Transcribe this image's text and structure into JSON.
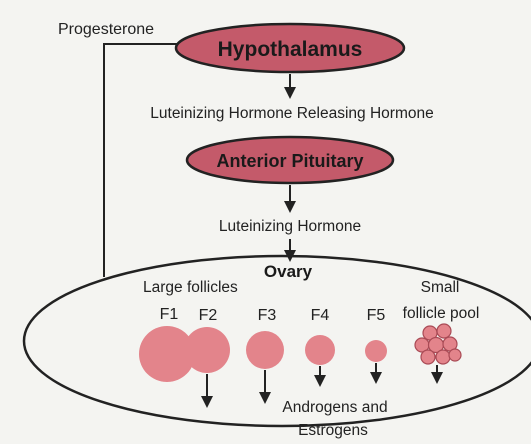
{
  "labels": {
    "feedback": "Progesterone",
    "hypothalamus": "Hypothalamus",
    "lhrh": "Luteinizing Hormone Releasing Hormone",
    "pituitary": "Anterior Pituitary",
    "lh": "Luteinizing Hormone",
    "ovary": "Ovary",
    "large_follicles": "Large follicles",
    "small_pool_line1": "Small",
    "small_pool_line2": "follicle pool",
    "output_line1": "Androgens and",
    "output_line2": "Estrogens"
  },
  "follicles": [
    {
      "label": "F1"
    },
    {
      "label": "F2"
    },
    {
      "label": "F3"
    },
    {
      "label": "F4"
    },
    {
      "label": "F5"
    }
  ],
  "colors": {
    "gland_fill": "#c45a6a",
    "follicle_fill": "#e3848b",
    "line": "#222222",
    "background": "#f4f4f1"
  }
}
